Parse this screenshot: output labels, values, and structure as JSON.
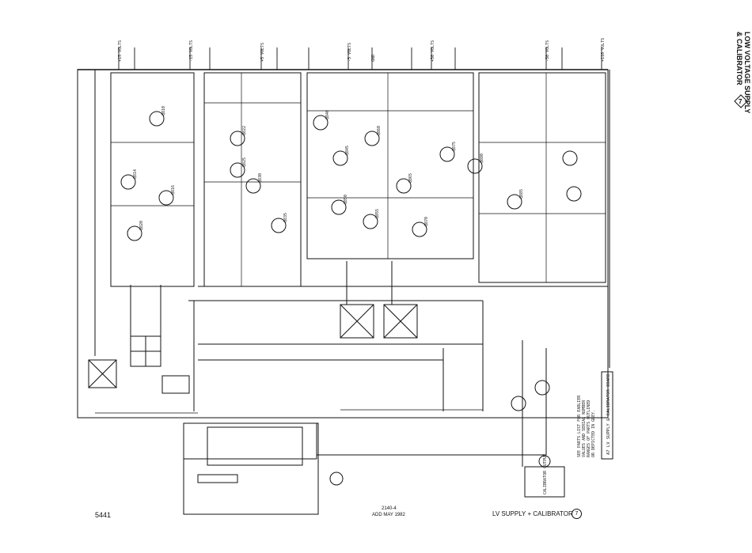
{
  "header": {
    "title_line1": "LOW VOLTAGE SUPPLY",
    "title_line2": "& CALIBRATOR",
    "diagram_number": "7"
  },
  "footer": {
    "model": "5441",
    "drawing_code": "2140-4",
    "add_date": "ADD MAY 1982",
    "sheet_title": "LV SUPPLY + CALIBRATOR",
    "sheet_number": "7"
  },
  "board_label": "A7 LV SUPPLY & CALIBRATOR BOARD",
  "notes": [
    "SEE PARTS LIST FOR EARLIER",
    "VALUES AND SERIAL NUMBER",
    "RANGES OF PARTS OUTLINED",
    "OR DEPICTED IN GREY."
  ],
  "connector_label": "CALIBRATOR OUTPUT",
  "transistors": [
    "Q810",
    "Q814",
    "Q816",
    "Q820",
    "Q822",
    "Q825",
    "Q830",
    "Q835",
    "Q840",
    "Q845",
    "Q850",
    "Q855",
    "Q860",
    "Q865",
    "Q870",
    "Q875",
    "Q880",
    "Q885"
  ],
  "rails": [
    "+15 VOLTS",
    "-15 VOLTS",
    "+5 VOLTS",
    "-5 VOLTS",
    "+50 VOLTS",
    "-50 VOLTS",
    "+110 VOLTS",
    "GND"
  ],
  "colors": {
    "ink": "#111111",
    "paper": "#ffffff"
  }
}
